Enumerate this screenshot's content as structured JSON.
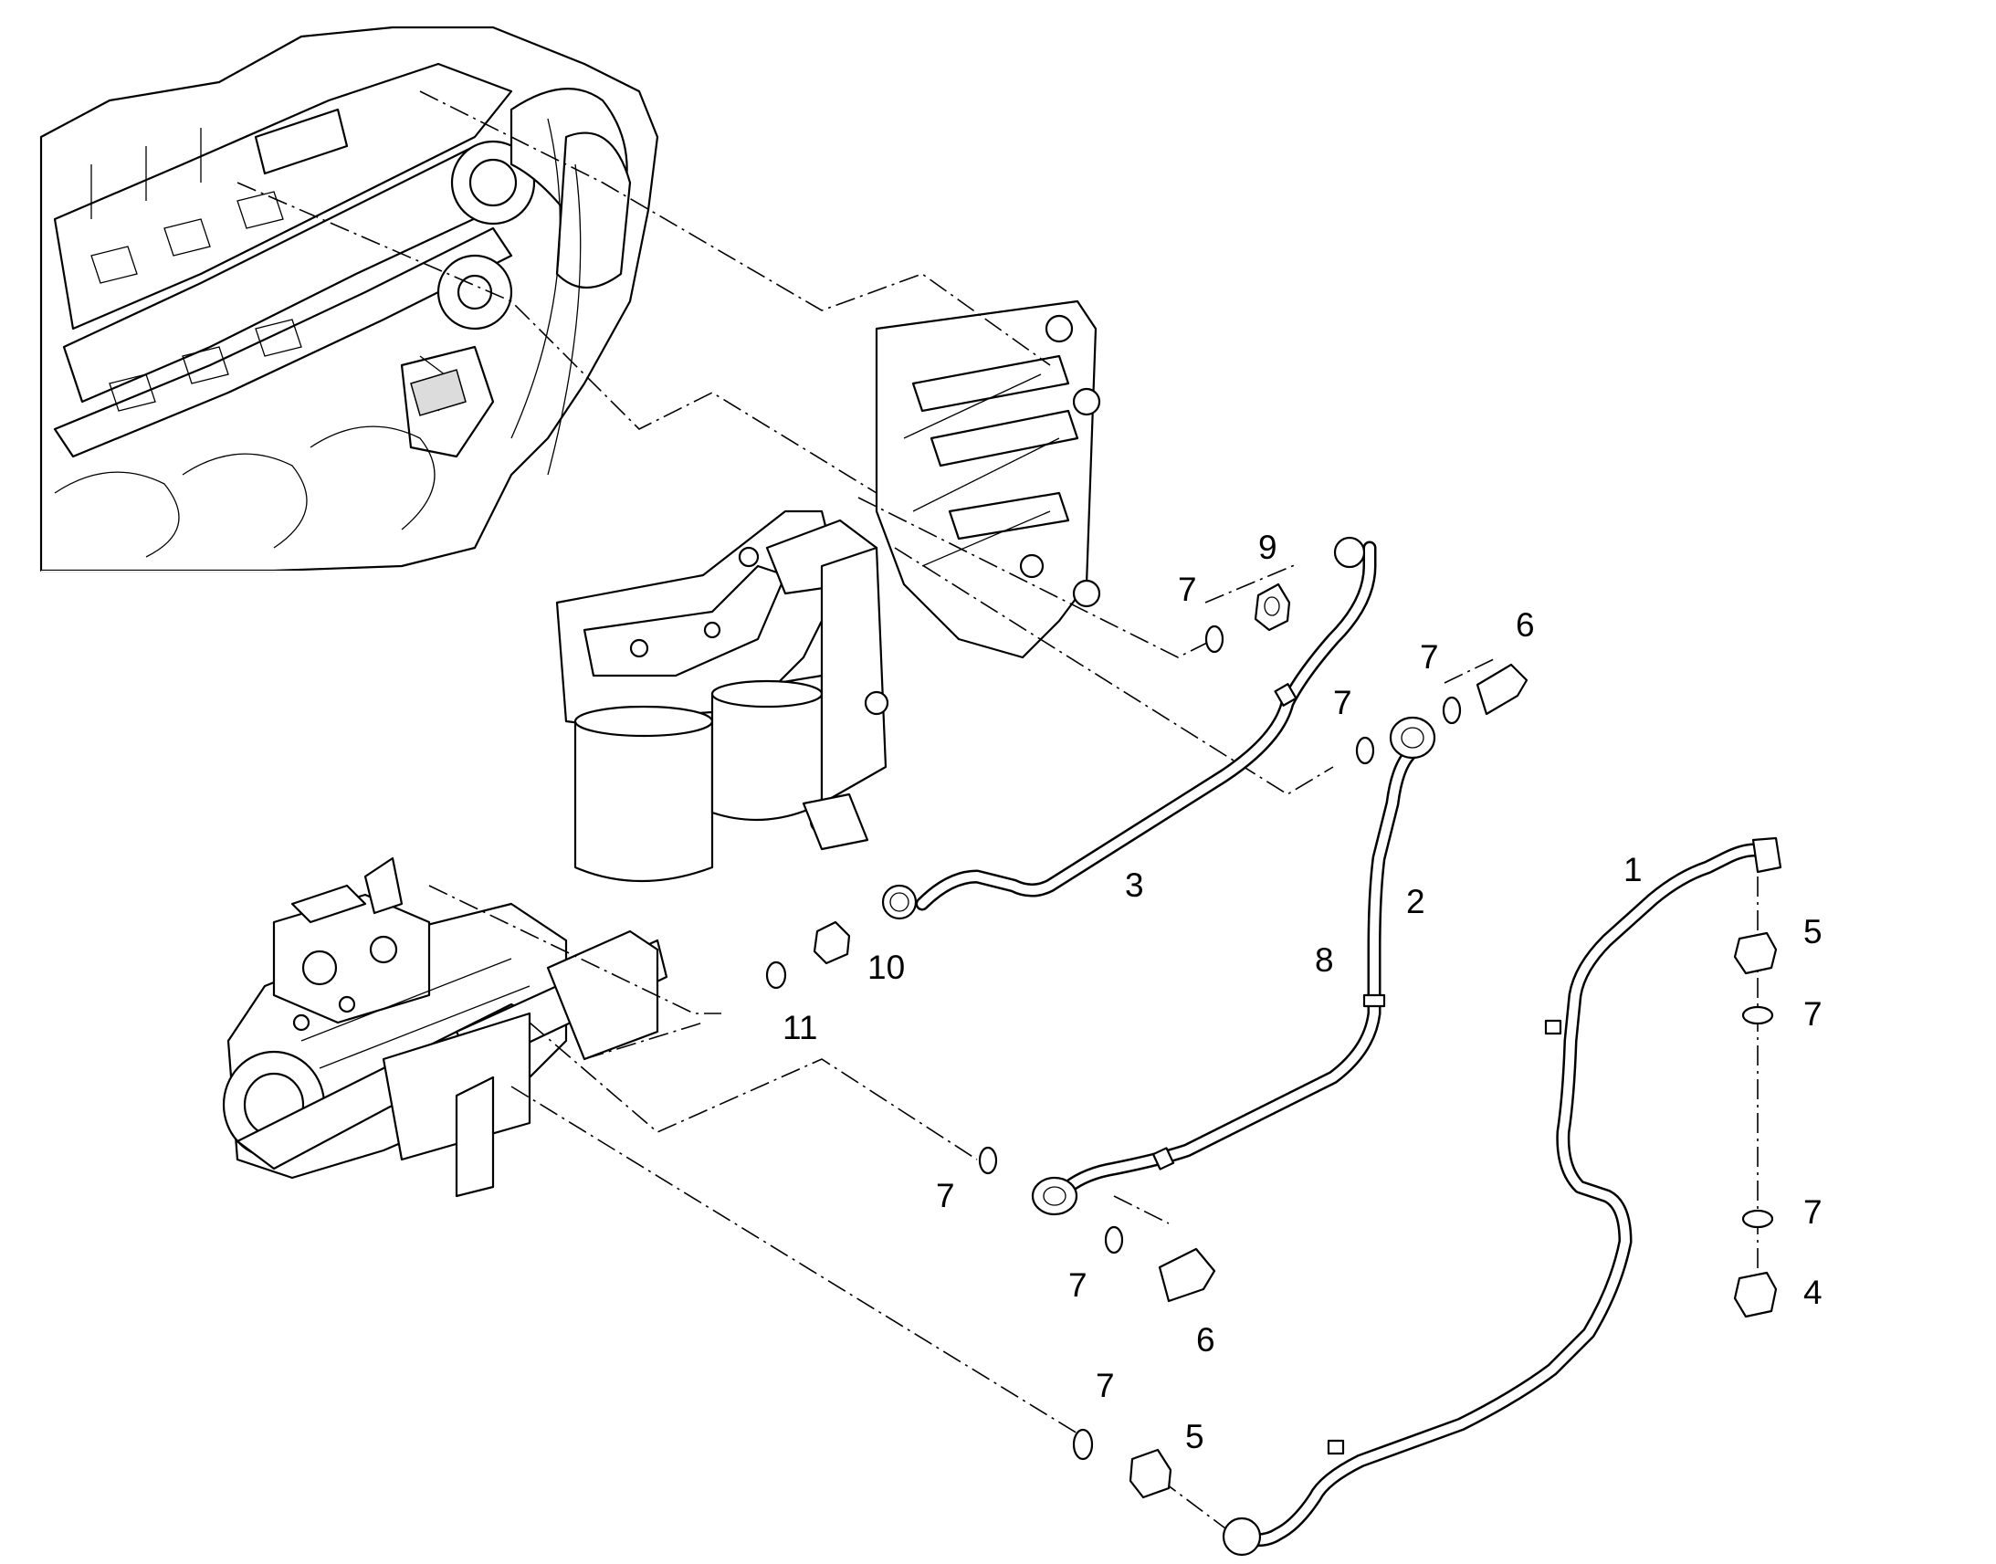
{
  "callouts": {
    "n1": "1",
    "n2": "2",
    "n3": "3",
    "n4": "4",
    "n5a": "5",
    "n5b": "5",
    "n6a": "6",
    "n6b": "6",
    "n7a": "7",
    "n7b": "7",
    "n7c": "7",
    "n7d": "7",
    "n7e": "7",
    "n7f": "7",
    "n7g": "7",
    "n7h": "7",
    "n8": "8",
    "n9": "9",
    "n10": "10",
    "n11": "11"
  },
  "colors": {
    "line": "#000000",
    "background": "#ffffff"
  }
}
